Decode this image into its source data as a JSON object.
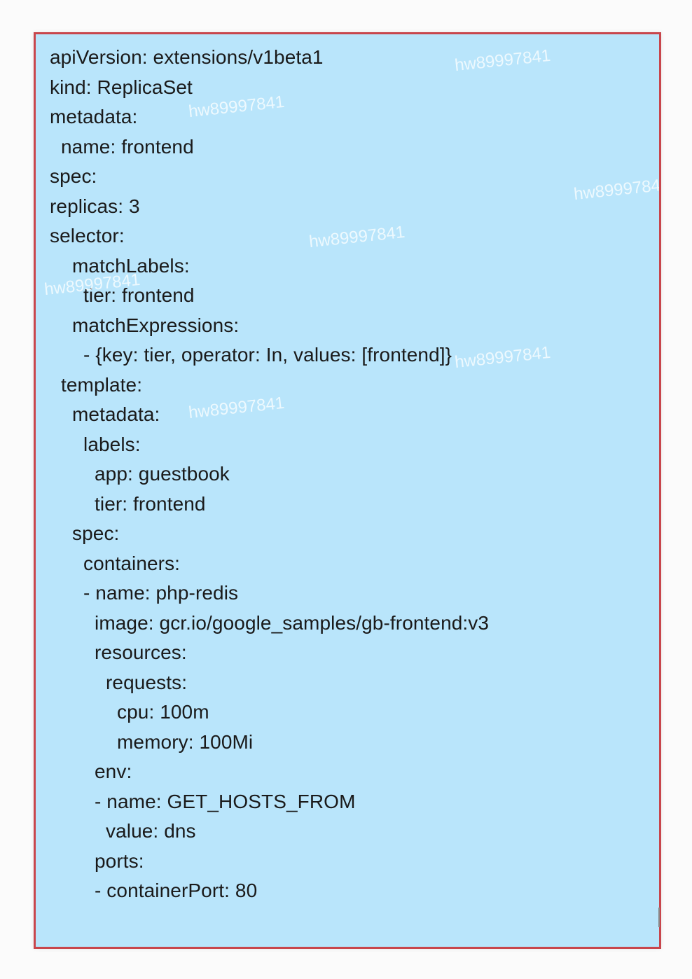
{
  "lines": [
    {
      "text": "apiVersion: extensions/v1beta1",
      "indent": 0
    },
    {
      "text": "kind: ReplicaSet",
      "indent": 0
    },
    {
      "text": "metadata:",
      "indent": 0
    },
    {
      "text": "name: frontend",
      "indent": 1
    },
    {
      "text": "spec:",
      "indent": 0
    },
    {
      "text": "replicas: 3",
      "indent": 0
    },
    {
      "text": "selector:",
      "indent": 0
    },
    {
      "text": "matchLabels:",
      "indent": 2
    },
    {
      "text": "tier: frontend",
      "indent": 3
    },
    {
      "text": "matchExpressions:",
      "indent": 2
    },
    {
      "text": "- {key: tier, operator: In, values: [frontend]}",
      "indent": 3
    },
    {
      "text": "template:",
      "indent": 1
    },
    {
      "text": "metadata:",
      "indent": 2
    },
    {
      "text": "labels:",
      "indent": 3
    },
    {
      "text": "app: guestbook",
      "indent": 4
    },
    {
      "text": "tier: frontend",
      "indent": 4
    },
    {
      "text": "spec:",
      "indent": 2
    },
    {
      "text": "containers:",
      "indent": 3
    },
    {
      "text": "- name: php-redis",
      "indent": 3
    },
    {
      "text": "image: gcr.io/google_samples/gb-frontend:v3",
      "indent": 4
    },
    {
      "text": "resources:",
      "indent": 4
    },
    {
      "text": "requests:",
      "indent": 5
    },
    {
      "text": "cpu: 100m",
      "indent": 6
    },
    {
      "text": "memory: 100Mi",
      "indent": 6
    },
    {
      "text": "env:",
      "indent": 4
    },
    {
      "text": "- name: GET_HOSTS_FROM",
      "indent": 4
    },
    {
      "text": "value: dns",
      "indent": 5
    },
    {
      "text": "ports:",
      "indent": 4
    },
    {
      "text": "- containerPort: 80",
      "indent": 4
    }
  ],
  "watermark": "hw89997841",
  "colors": {
    "box_background": "#b9e5fb",
    "box_border": "#c8464c",
    "text": "#1a1a1a"
  }
}
